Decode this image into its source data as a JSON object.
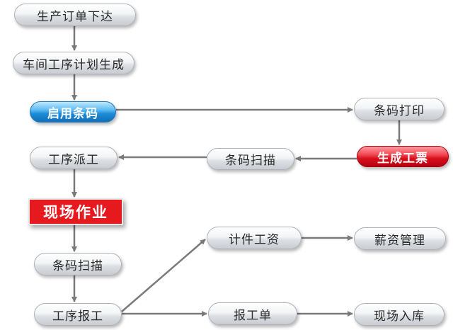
{
  "nodes": {
    "production_order_issue": "生产订单下达",
    "workshop_plan_generate": "车间工序计划生成",
    "enable_barcode": "启用条码",
    "barcode_print": "条码打印",
    "generate_work_ticket": "生成工票",
    "barcode_scan_top": "条码扫描",
    "process_dispatch": "工序派工",
    "onsite_work": "现场作业",
    "piecework_wage": "计件工资",
    "payroll_management": "薪资管理",
    "barcode_scan_bottom": "条码扫描",
    "work_report_form": "报工单",
    "onsite_warehousing": "现场入库",
    "process_report": "工序报工"
  },
  "colors": {
    "arrow": "#7a7a7a",
    "blue_node": "#1b8ad6",
    "red_node": "#d8101e",
    "red_box": "#e6191f"
  }
}
